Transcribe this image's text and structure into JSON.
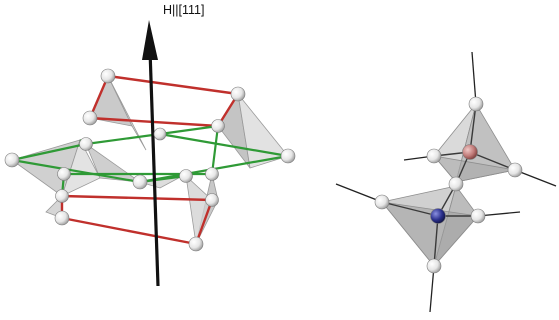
{
  "field_label": "H||[111]",
  "colors": {
    "red_bond": "#c0302c",
    "green_bond": "#2f9a36",
    "axis_arrow": "#111111",
    "tetra_face": "#bdbdbd",
    "tetra_face_light": "#e2e2e2",
    "atom": "#eeeeee",
    "atom_red": "#c07a78",
    "atom_blue": "#2a2f8c"
  },
  "icons": {
    "left_figure": "pyrochlore-lattice-with-field-axis",
    "right_figure": "corner-sharing-tetrahedra-pair"
  }
}
